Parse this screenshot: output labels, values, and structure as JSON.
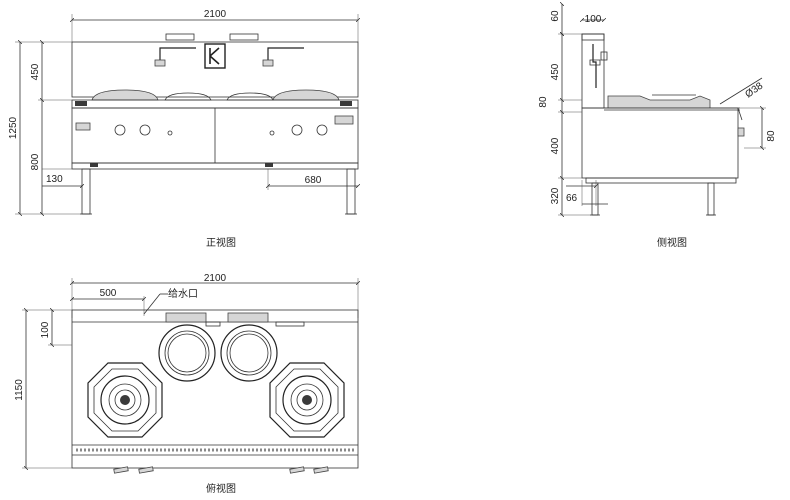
{
  "captions": {
    "front": "正视图",
    "side": "侧视图",
    "top": "俯视图"
  },
  "front": {
    "width": "2100",
    "height_total": "1250",
    "upper": "450",
    "lower": "800",
    "leg": "130",
    "offset": "680"
  },
  "side": {
    "top60": "60",
    "d100": "100",
    "d450": "450",
    "d80a": "80",
    "d400": "400",
    "d320": "320",
    "d66": "66",
    "d80b": "80",
    "dia": "Ø38"
  },
  "top": {
    "width": "2100",
    "offset": "500",
    "water_inlet": "给水口",
    "d100": "100",
    "depth": "1150"
  }
}
